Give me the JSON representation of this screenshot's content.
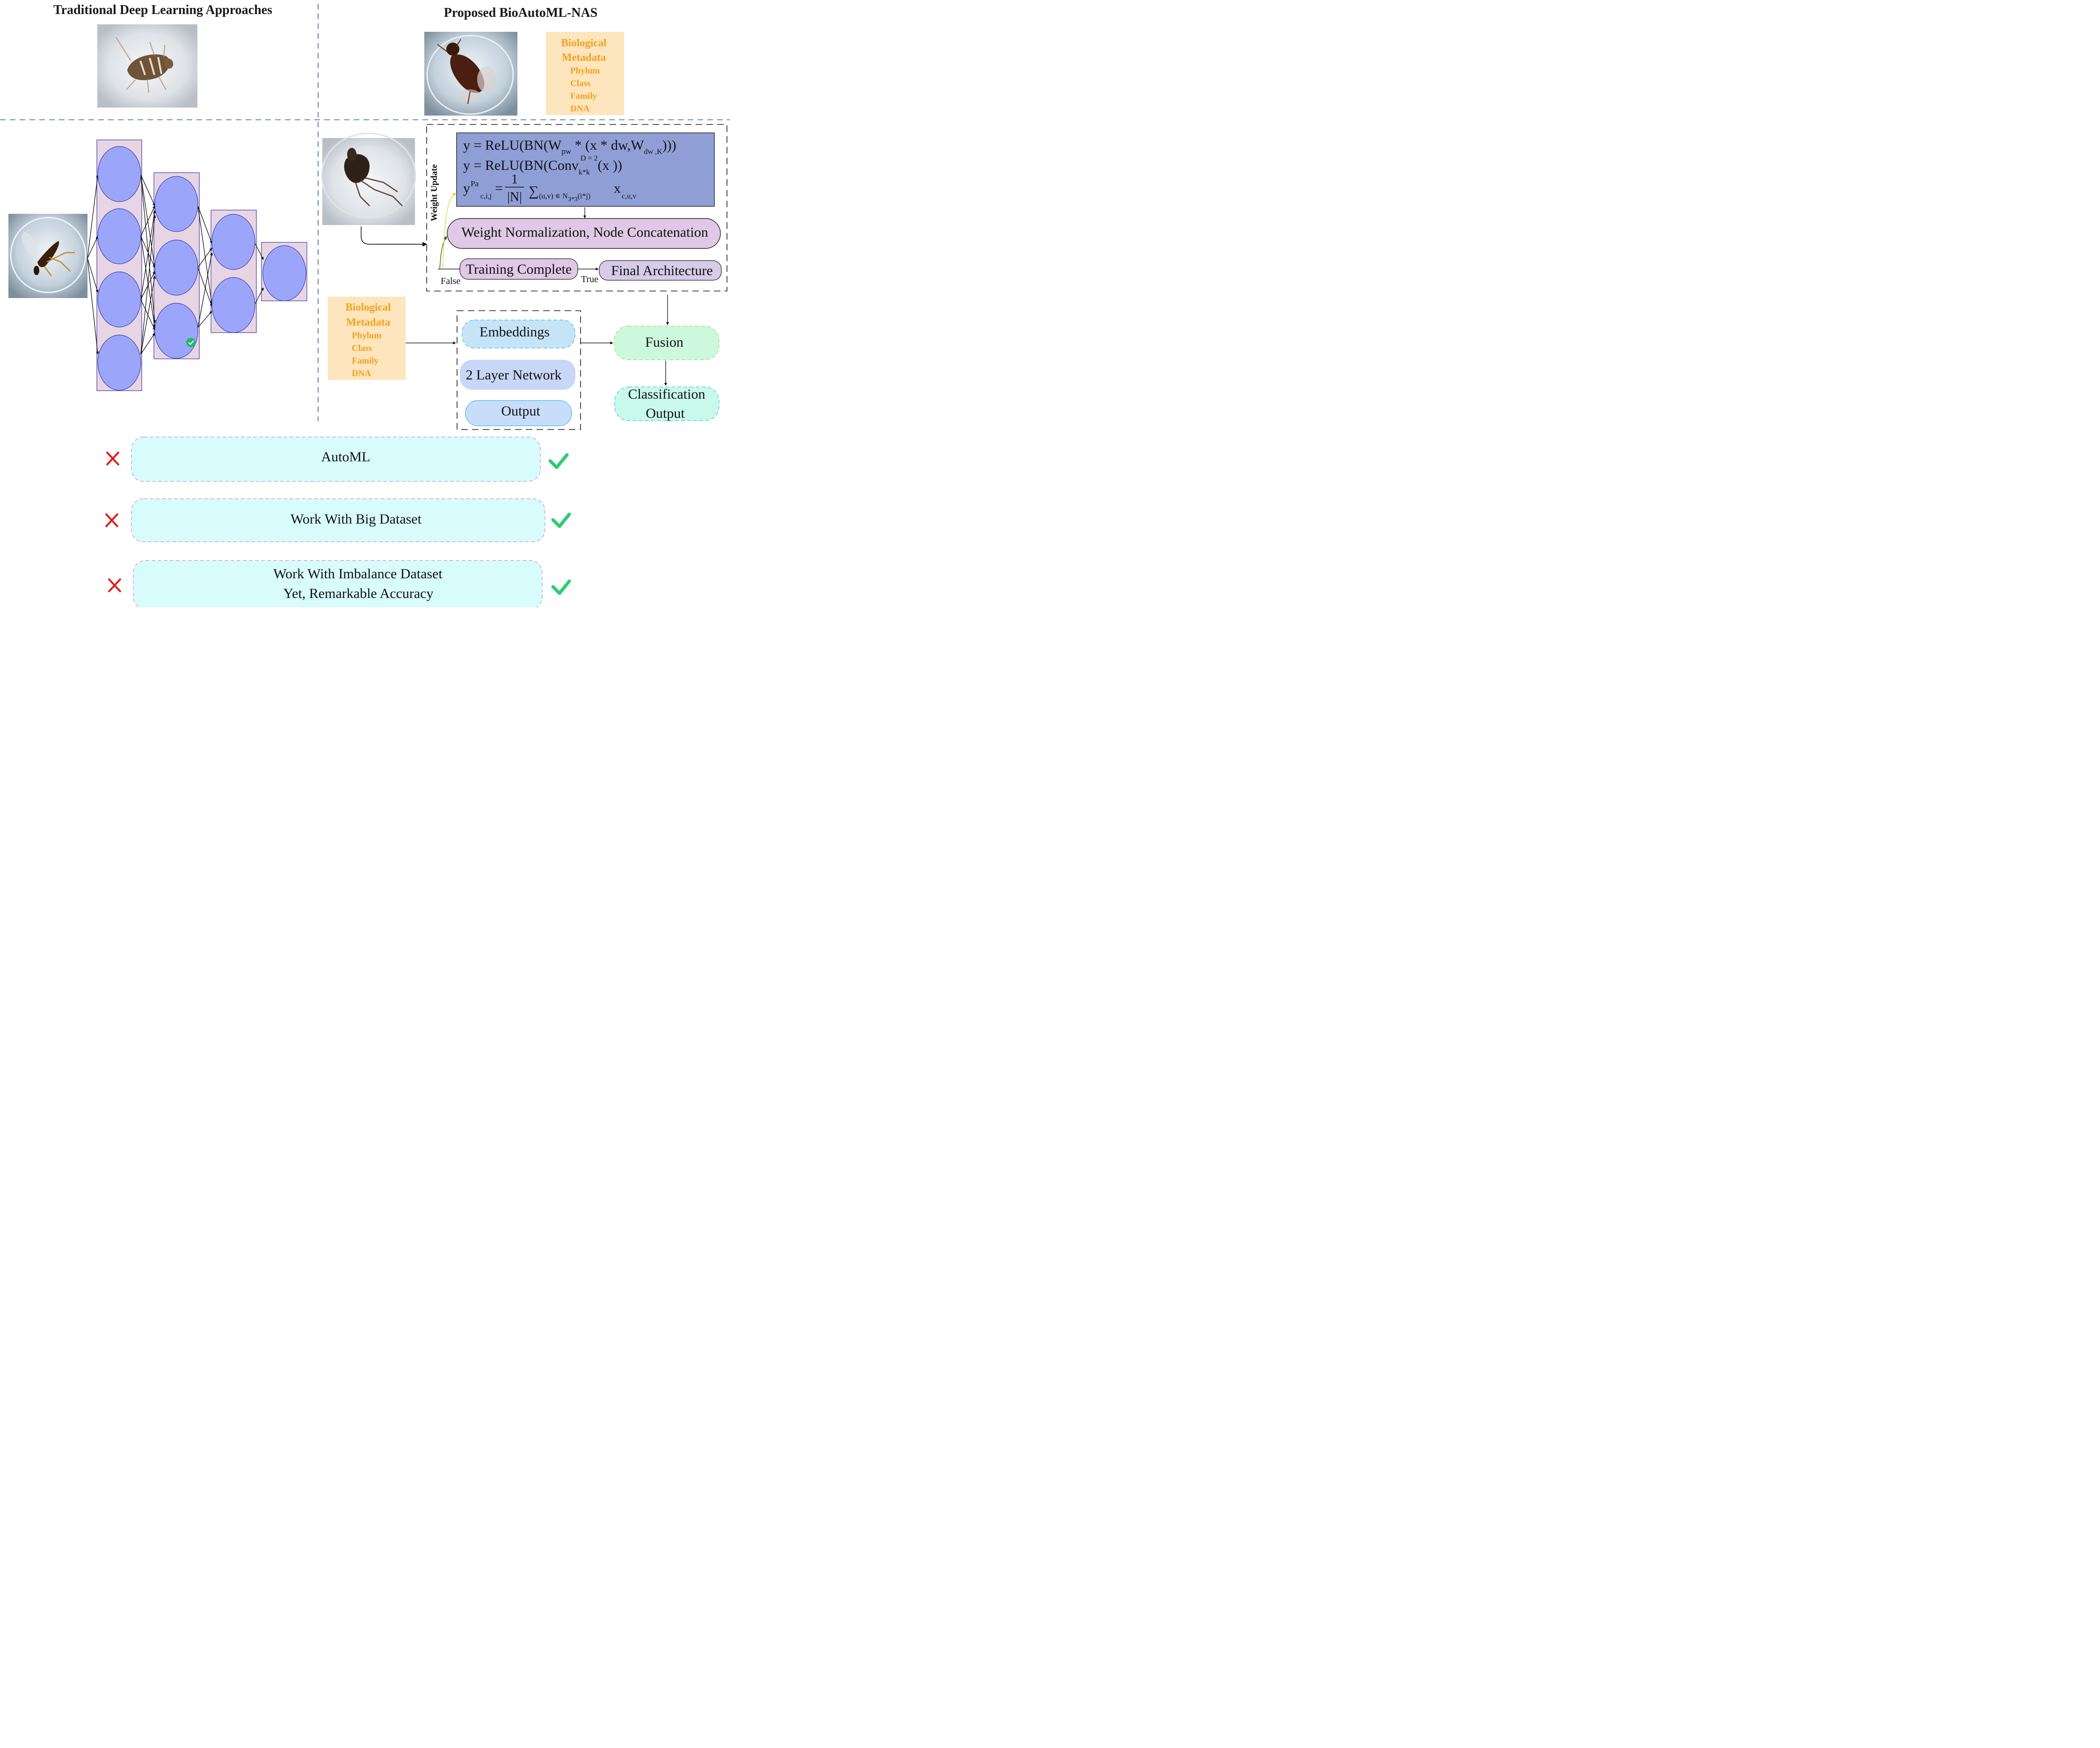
{
  "left_panel": {
    "title": "Traditional Deep Learning Approaches"
  },
  "right_panel": {
    "title": "Proposed BioAutoML-NAS"
  },
  "metadata_box": {
    "title_line1": "Biological",
    "title_line2": "Metadata",
    "items": [
      "Phylum",
      "Class",
      "Family",
      "DNA"
    ]
  },
  "nas_cell": {
    "side_label": "Weight Update",
    "eq1": {
      "lhs": "y = ReLU(BN(W",
      "sub_pw": "pw",
      "mid": " * (x * dw,W",
      "sub_dw": "dw ,K",
      "end": ")))"
    },
    "eq2": {
      "lhs": "y = ReLU(BN(Conv",
      "sub": "k*k",
      "sup": "D = 2",
      "end": "(x ))"
    },
    "eq3": {
      "y": "y",
      "sup": "Pa",
      "sub": "c,i,j",
      "eq": "=",
      "num": "1",
      "den": "|N|",
      "sigma": "∑",
      "sum_sub1": "(u,v) ∊ N",
      "sum_sub2": "3*3",
      "sum_sub3": "(i*j)",
      "x": "x",
      "x_sub": "c,u,v"
    },
    "weight_norm": "Weight Normalization, Node Concatenation",
    "training_complete": "Training Complete",
    "final_architecture": "Final Architecture",
    "false_label": "False",
    "true_label": "True"
  },
  "meta_network": {
    "embeddings": "Embeddings",
    "two_layer": "2 Layer Network",
    "output": "Output"
  },
  "fusion": "Fusion",
  "classification_output": {
    "line1": "Classification",
    "line2": "Output"
  },
  "comparison": [
    {
      "label_lines": [
        "AutoML"
      ],
      "traditional": "no",
      "proposed": "yes"
    },
    {
      "label_lines": [
        "Work With Big Dataset"
      ],
      "traditional": "no",
      "proposed": "yes"
    },
    {
      "label_lines": [
        "Work With Imbalance Dataset",
        "Yet, Remarkable Accuracy"
      ],
      "traditional": "no",
      "proposed": "yes"
    }
  ],
  "colors": {
    "node_fill": "#9ba6fb",
    "node_stroke": "#3a3fa8",
    "layer_fill": "#e8d5e4",
    "equation_fill": "#8f9fd6",
    "metadata_fill": "#fde5bd",
    "metadata_text": "#f4a01c",
    "purple_pill": "#dfc9e6",
    "blue_pill": "#c8d6f8",
    "fusion_fill": "#ccf8de",
    "class_fill": "#c9f9ea",
    "comparison_fill": "#d8fcfc",
    "cross": "#e01b1b",
    "check": "#2ecc71"
  },
  "icons": [
    "insect-photo",
    "check-badge-icon",
    "cross-icon",
    "check-icon"
  ]
}
